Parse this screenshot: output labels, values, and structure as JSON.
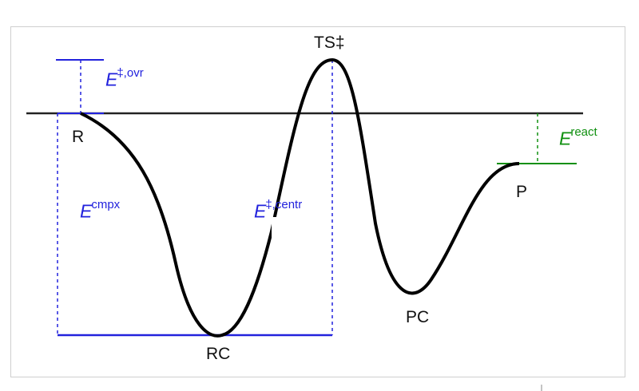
{
  "labels": {
    "ts": "TS‡",
    "r": "R",
    "rc": "RC",
    "pc": "PC",
    "p": "P"
  },
  "energies": {
    "ovr": {
      "symbol": "E",
      "sup": "‡,ovr"
    },
    "cmpx": {
      "symbol": "E",
      "sup": "cmpx"
    },
    "centr": {
      "symbol": "E",
      "sup": "‡,centr"
    },
    "react": {
      "symbol": "E",
      "sup": "react"
    }
  },
  "colors": {
    "curve": "#000000",
    "blue": "#2222dd",
    "green": "#109010"
  }
}
